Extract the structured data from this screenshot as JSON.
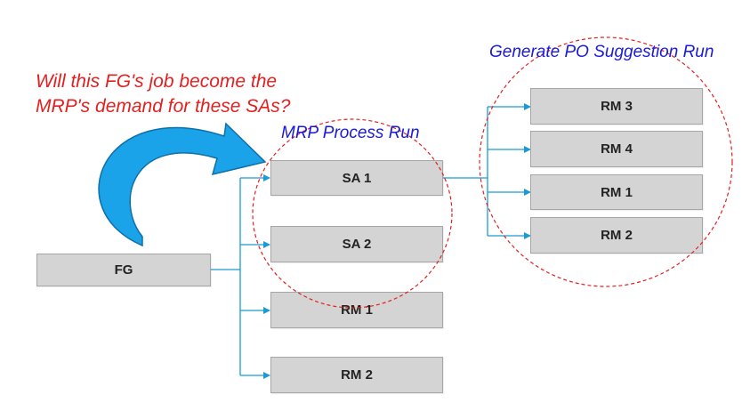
{
  "question": {
    "line1": "Will this FG's job become the",
    "line2": "MRP's demand for these SAs?"
  },
  "groups": {
    "mrp_process": "MRP Process Run",
    "po_suggestion": "Generate PO Suggestion Run"
  },
  "nodes": {
    "fg": "FG",
    "sa1": "SA 1",
    "sa2": "SA 2",
    "fg_rm1": "RM 1",
    "fg_rm2": "RM 2",
    "sa1_rm3": "RM 3",
    "sa1_rm4": "RM 4",
    "sa1_rm1": "RM 1",
    "sa1_rm2": "RM 2"
  },
  "colors": {
    "question_text": "#e32020",
    "group_text": "#1a1adb",
    "circle": "#e32020",
    "connector": "#1b9ad6",
    "curved_arrow": "#1aa3e8",
    "box_fill": "#d4d4d4"
  }
}
